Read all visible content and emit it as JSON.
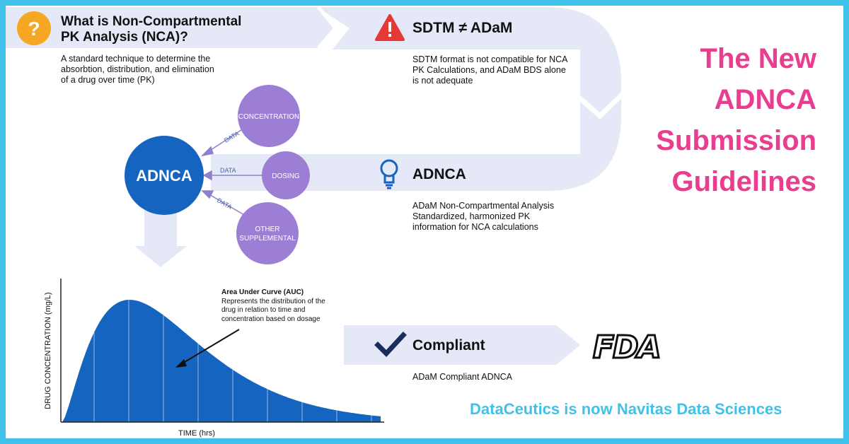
{
  "nca": {
    "heading": "What is Non-Compartmental PK Analysis (NCA)?",
    "description": "A standard technique to determine the absorbtion, distribution, and elimination of a drug over time (PK)",
    "icon": "question-icon"
  },
  "sdtm": {
    "heading": "SDTM ≠ ADaM",
    "description": "SDTM format is not compatible for NCA PK Calculations, and ADaM BDS alone is not adequate",
    "icon": "warning-icon"
  },
  "adnca_section": {
    "heading": "ADNCA",
    "description": "ADaM Non-Compartmental Analysis Standardized, harmonized PK information for NCA calculations",
    "icon": "lightbulb-icon"
  },
  "compliant": {
    "heading": "Compliant",
    "description": "ADaM Compliant ADNCA",
    "icon": "checkmark-icon"
  },
  "hub": {
    "label": "ADNCA",
    "inputs": [
      {
        "label": "CONCENTRATION",
        "edge": "DATA"
      },
      {
        "label": "DOSING",
        "edge": "DATA"
      },
      {
        "label": "OTHER SUPPLEMENTAL",
        "edge": "DATA"
      }
    ]
  },
  "auc": {
    "title": "Area Under Curve (AUC)",
    "text": "Represents the distribution of the drug in relation to time and concentration based on dosage"
  },
  "curve": {
    "xlabel": "TIME (hrs)",
    "ylabel": "DRUG CONCENTRATION (mg/L)"
  },
  "logo": {
    "text": "FDA",
    "icon": "fda-logo"
  },
  "title": {
    "lines": [
      "The New",
      "ADNCA",
      "Submission",
      "Guidelines"
    ]
  },
  "tagline": "DataCeutics is now Navitas Data Sciences",
  "colors": {
    "accent_blue": "#1565c0",
    "purple": "#9c7fd4",
    "path_gray": "#e5e9f7",
    "pink": "#ea3d8f",
    "cyan": "#3fc1ea"
  }
}
